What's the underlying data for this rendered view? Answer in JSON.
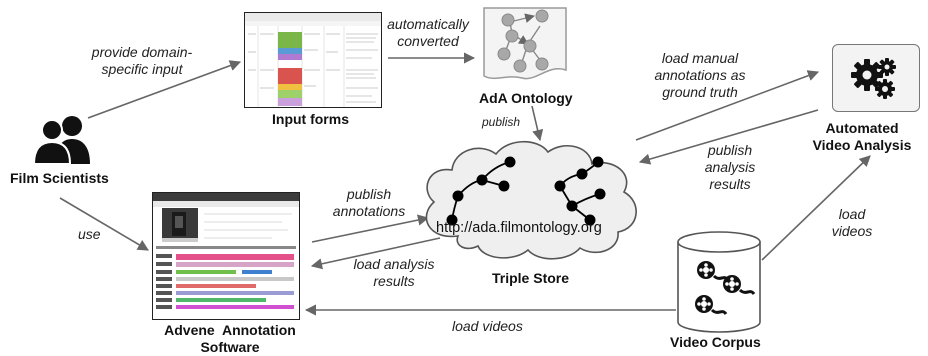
{
  "nodes": {
    "film_scientists": "Film Scientists",
    "input_forms": "Input forms",
    "ada_ontology": "AdA Ontology",
    "triple_store": "Triple Store",
    "triple_store_url": "http://ada.filmontology.org",
    "automated_analysis": [
      "Automated",
      "Video Analysis"
    ],
    "advene": [
      "Advene  Annotation",
      "Software"
    ],
    "video_corpus": "Video Corpus"
  },
  "edges": {
    "provide_input": [
      "provide domain-",
      "specific input"
    ],
    "auto_converted": [
      "automatically",
      "converted"
    ],
    "publish": "publish",
    "load_manual": [
      "load manual",
      "annotations as",
      "ground truth"
    ],
    "publish_results": [
      "publish",
      "analysis",
      "results"
    ],
    "publish_annotations": [
      "publish",
      "annotations"
    ],
    "load_analysis": [
      "load analysis",
      "results"
    ],
    "use": "use",
    "load_videos_right": [
      "load",
      "videos"
    ],
    "load_videos_bottom": "load videos"
  },
  "icons": {
    "people": "people-icon",
    "gears": "gears-icon",
    "ontology": "ontology-graph-icon",
    "cloud": "cloud-icon",
    "database": "database-cylinder-icon",
    "film_reel": "film-reel-icon",
    "spreadsheet": "spreadsheet-screenshot",
    "software": "software-screenshot"
  },
  "colors": {
    "arrow": "#666666",
    "cloud_fill": "#efefef",
    "node_dot": "#000000"
  }
}
